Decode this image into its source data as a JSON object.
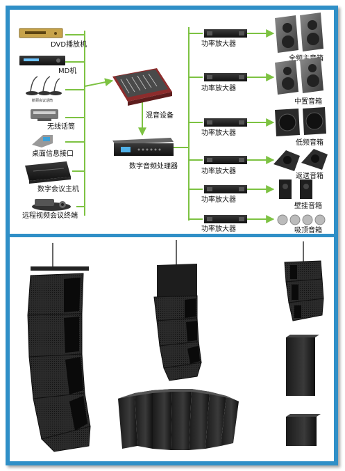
{
  "colors": {
    "frame": "#2f8fc7",
    "line": "#7dc242",
    "arrow": "#7dc242",
    "text": "#111111"
  },
  "sources": [
    {
      "label": "DVD播放机",
      "icon": "dvd-player-icon"
    },
    {
      "label": "MD机",
      "icon": "md-player-icon"
    },
    {
      "label": "鹅颈会议话筒",
      "icon": "gooseneck-microphone-icon"
    },
    {
      "label": "无线话筒",
      "icon": "wireless-microphone-icon"
    },
    {
      "label": "桌面信息接口",
      "icon": "desktop-interface-icon"
    },
    {
      "label": "数字会议主机",
      "icon": "conference-host-icon"
    },
    {
      "label": "远程视频会议终端",
      "icon": "video-terminal-icon"
    }
  ],
  "mixer": {
    "label": "混音设备",
    "icon": "mixer-console-icon"
  },
  "processor": {
    "label": "数字音频处理器",
    "icon": "audio-processor-icon"
  },
  "outputs": [
    {
      "amp_label": "功率放大器",
      "speaker_label": "全频主音箱",
      "icon": "fullrange-speaker-icon"
    },
    {
      "amp_label": "功率放大器",
      "speaker_label": "中置音箱",
      "icon": "center-speaker-icon"
    },
    {
      "amp_label": "功率放大器",
      "speaker_label": "低频音箱",
      "icon": "subwoofer-icon"
    },
    {
      "amp_label": "功率放大器",
      "speaker_label": "返送音箱",
      "icon": "monitor-speaker-icon"
    },
    {
      "amp_label": "功率放大器",
      "speaker_label": "壁挂音箱",
      "icon": "wall-speaker-icon"
    },
    {
      "amp_label": "功率放大器",
      "speaker_label": "吸顶音箱",
      "icon": "ceiling-speaker-icon"
    }
  ],
  "photos": [
    {
      "name": "line-array-tall-image"
    },
    {
      "name": "line-array-hanging-image"
    },
    {
      "name": "arc-speaker-cluster-image"
    },
    {
      "name": "compact-array-image"
    },
    {
      "name": "tall-subwoofer-image"
    },
    {
      "name": "cube-subwoofer-image"
    }
  ]
}
